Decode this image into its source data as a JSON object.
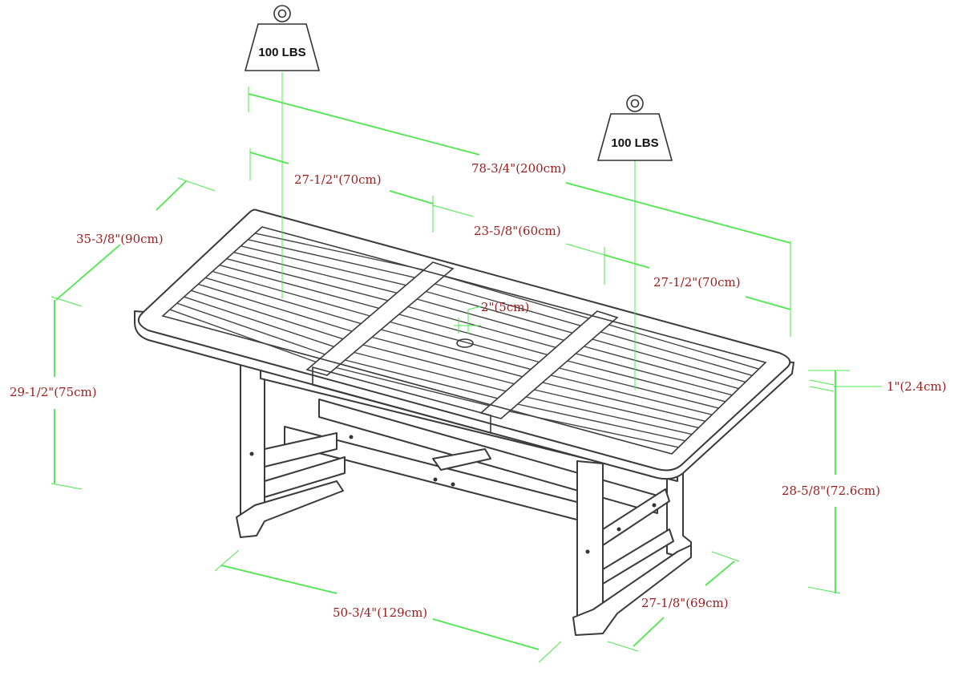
{
  "weights": [
    {
      "label": "100 LBS"
    },
    {
      "label": "100 LBS"
    }
  ],
  "dimensions": {
    "total_length": "78-3/4\"(200cm)",
    "left_section": "27-1/2\"(70cm)",
    "middle_section": "23-5/8\"(60cm)",
    "right_section": "27-1/2\"(70cm)",
    "width": "35-3/8\"(90cm)",
    "height": "29-1/2\"(75cm)",
    "umbrella_hole": "2\"(5cm)",
    "top_thickness": "1\"(2.4cm)",
    "leg_height": "28-5/8\"(72.6cm)",
    "base_length": "50-3/4\"(129cm)",
    "base_width": "27-1/8\"(69cm)"
  },
  "colors": {
    "dimension_line": "#4ce84c",
    "dimension_text": "#9b1c1c",
    "outline": "#3a3a3a"
  }
}
